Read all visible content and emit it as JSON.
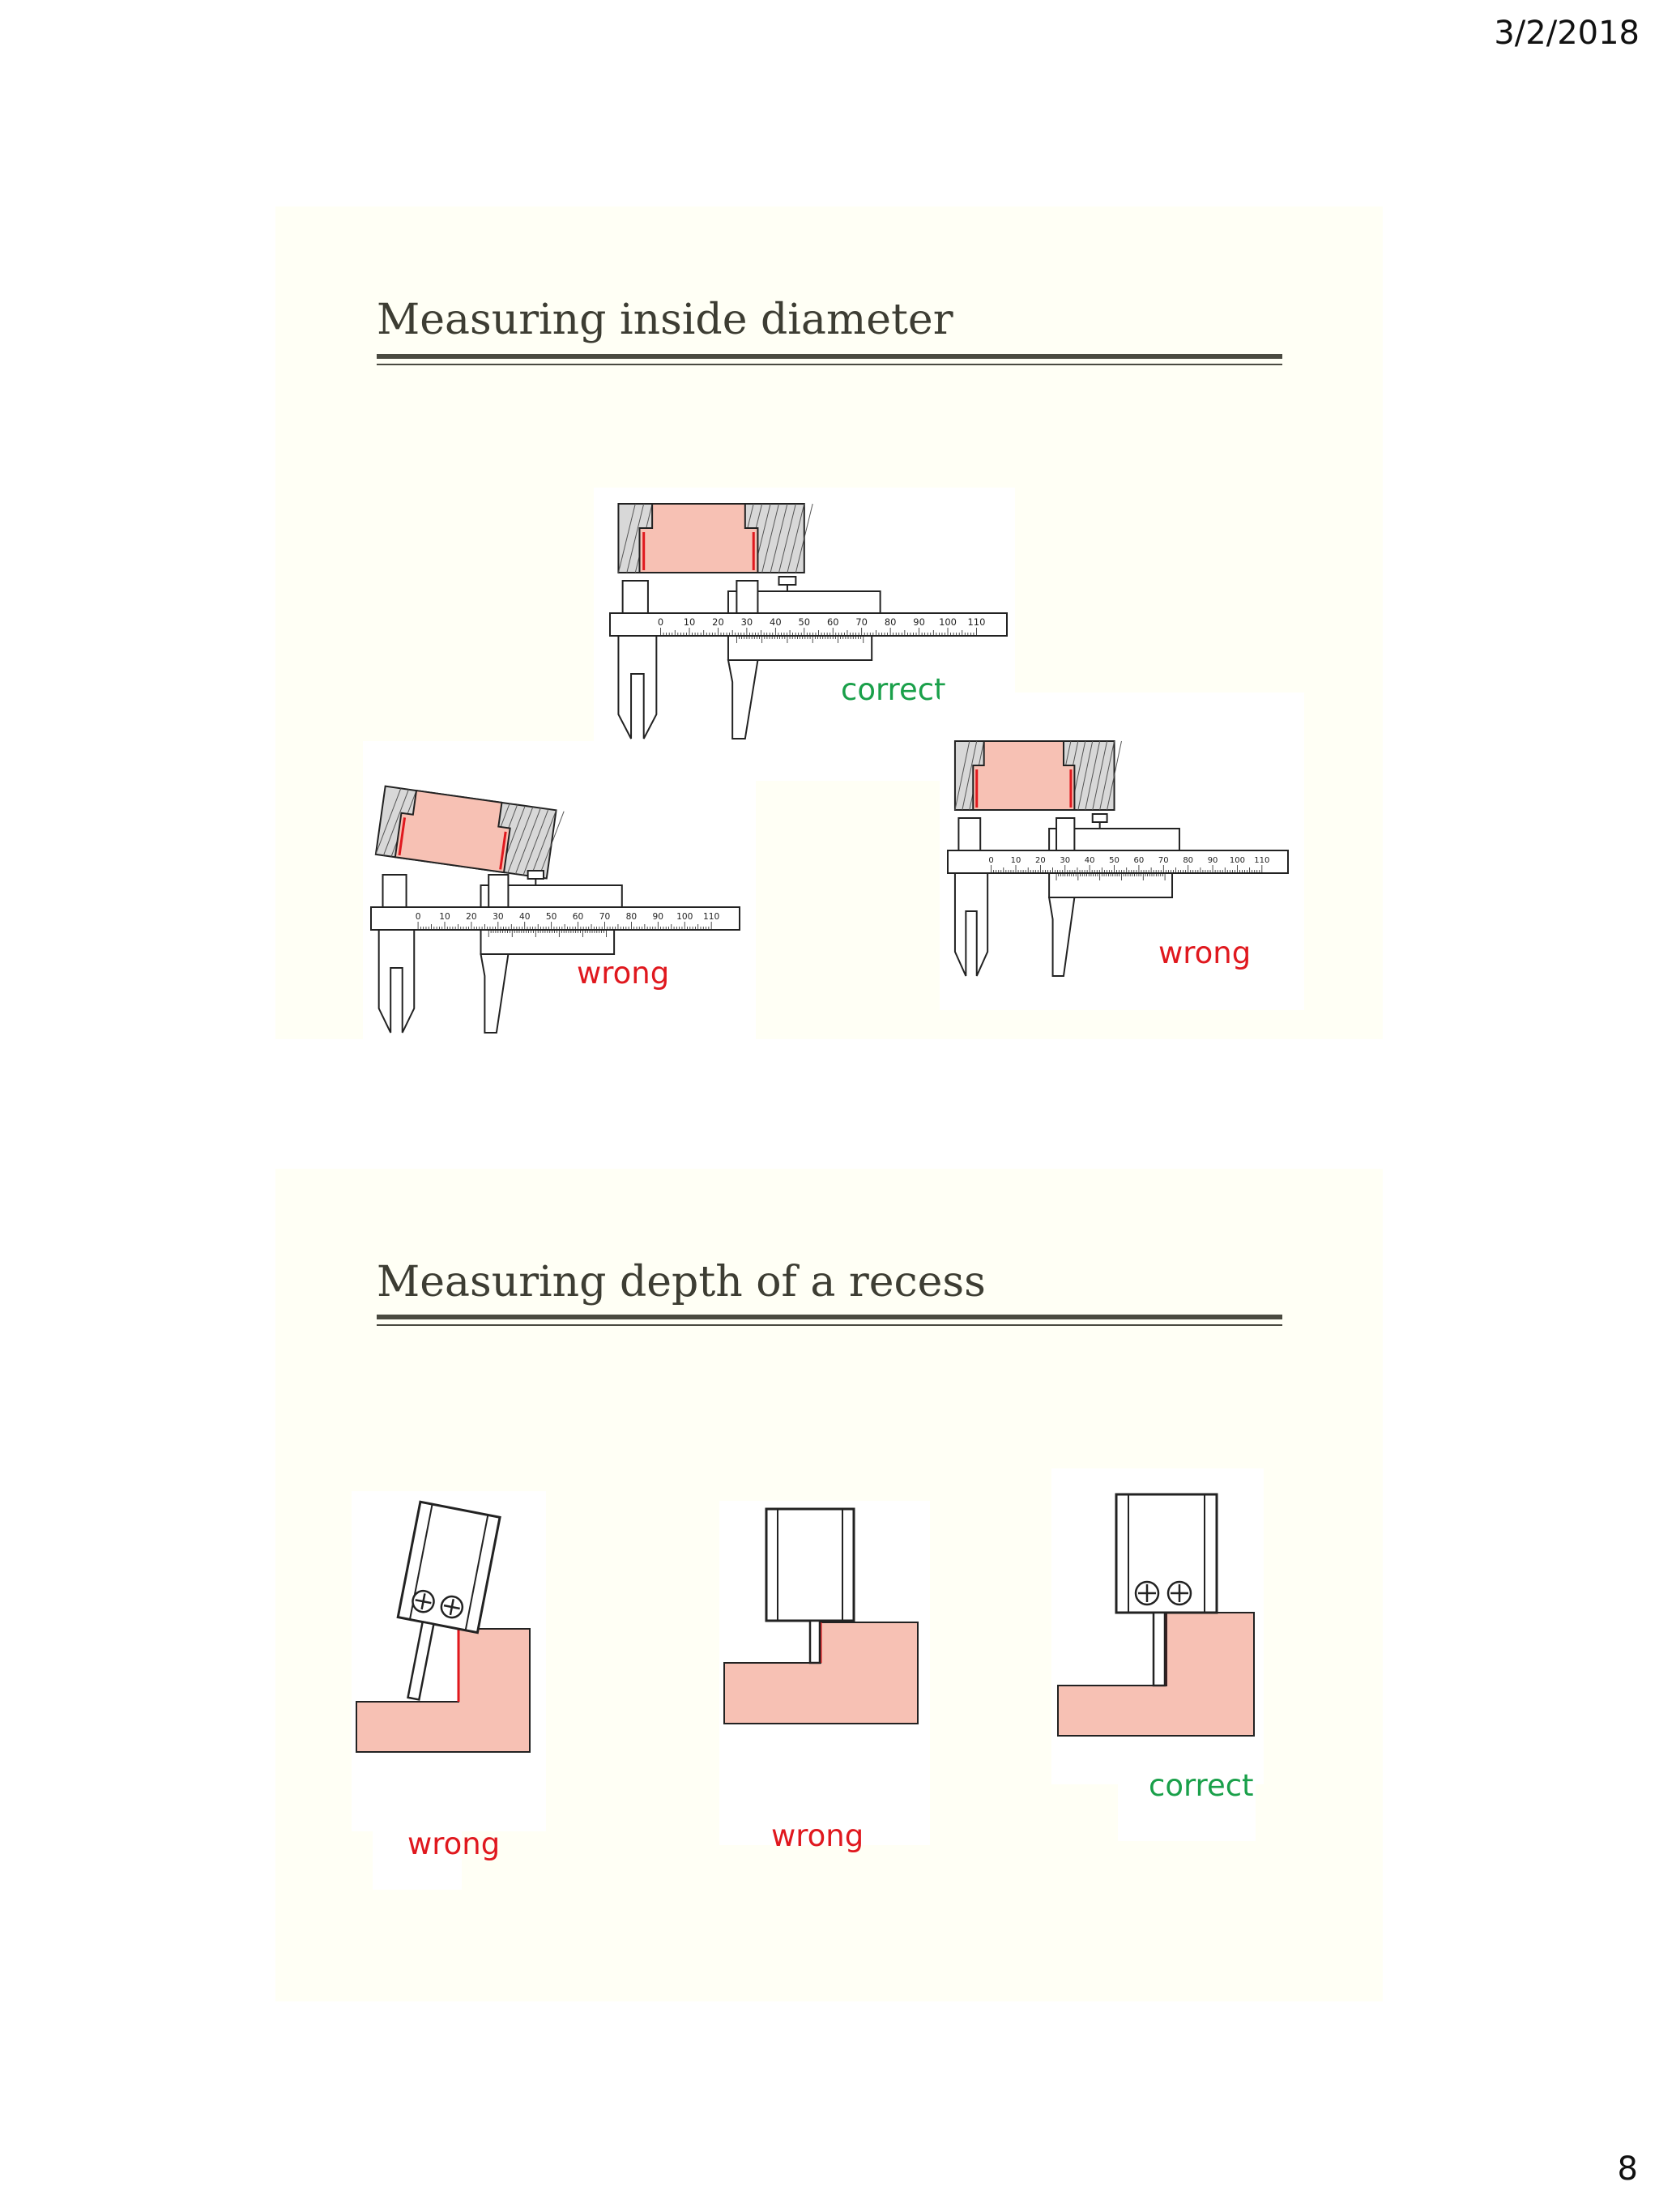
{
  "header": {
    "date": "3/2/2018"
  },
  "footer": {
    "page_number": "8"
  },
  "slides": [
    {
      "title": "Measuring inside diameter",
      "figures": [
        {
          "label": "correct",
          "status": "correct"
        },
        {
          "label": "wrong",
          "status": "wrong"
        },
        {
          "label": "wrong",
          "status": "wrong"
        }
      ],
      "scale_numbers": [
        "0",
        "10",
        "20",
        "30",
        "40",
        "50",
        "60",
        "70",
        "80",
        "90",
        "100",
        "110"
      ]
    },
    {
      "title": "Measuring depth of a recess",
      "figures": [
        {
          "label": "wrong",
          "status": "wrong"
        },
        {
          "label": "wrong",
          "status": "wrong"
        },
        {
          "label": "correct",
          "status": "correct"
        }
      ]
    }
  ],
  "colors": {
    "correct": "#1aa04a",
    "wrong": "#e0181e",
    "workpiece": "#f7c1b4",
    "title": "#3d3d33"
  }
}
